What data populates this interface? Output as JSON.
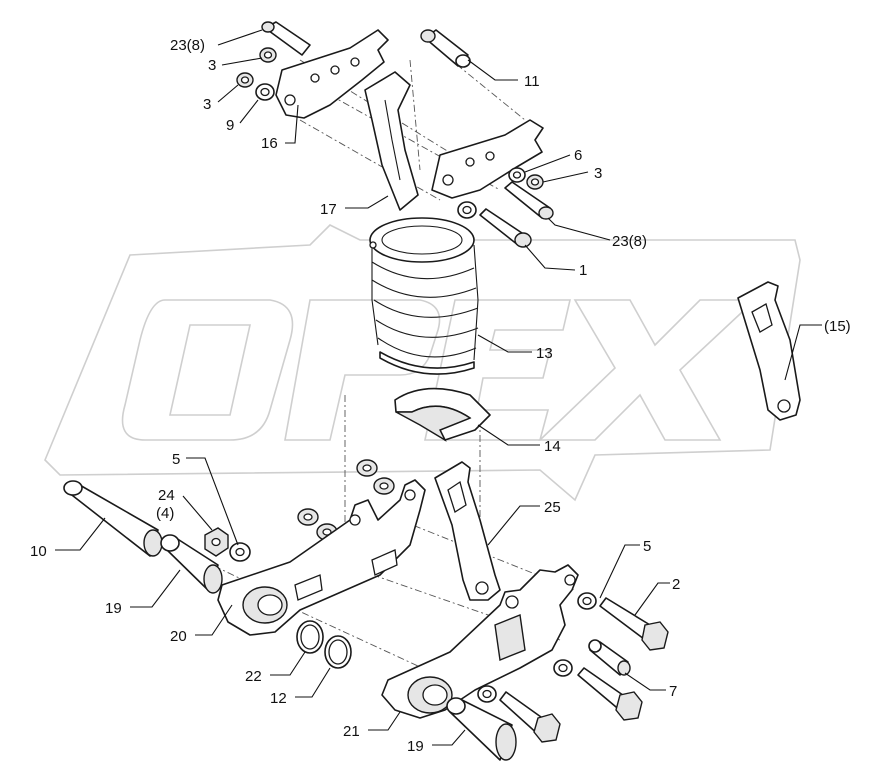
{
  "callouts": [
    {
      "id": "c23a",
      "text": "23(8)"
    },
    {
      "id": "c3a",
      "text": "3"
    },
    {
      "id": "c3b",
      "text": "3"
    },
    {
      "id": "c9",
      "text": "9"
    },
    {
      "id": "c16",
      "text": "16"
    },
    {
      "id": "c11",
      "text": "11"
    },
    {
      "id": "c6",
      "text": "6"
    },
    {
      "id": "c3c",
      "text": "3"
    },
    {
      "id": "c17",
      "text": "17"
    },
    {
      "id": "c23b",
      "text": "23(8)"
    },
    {
      "id": "c1",
      "text": "1"
    },
    {
      "id": "c15",
      "text": "(15)"
    },
    {
      "id": "c13",
      "text": "13"
    },
    {
      "id": "c14",
      "text": "14"
    },
    {
      "id": "c5a",
      "text": "5"
    },
    {
      "id": "c24",
      "text": "24"
    },
    {
      "id": "c4",
      "text": "(4)"
    },
    {
      "id": "c25",
      "text": "25"
    },
    {
      "id": "c10",
      "text": "10"
    },
    {
      "id": "c5b",
      "text": "5"
    },
    {
      "id": "c2",
      "text": "2"
    },
    {
      "id": "c19a",
      "text": "19"
    },
    {
      "id": "c20",
      "text": "20"
    },
    {
      "id": "c22",
      "text": "22"
    },
    {
      "id": "c12",
      "text": "12"
    },
    {
      "id": "c7",
      "text": "7"
    },
    {
      "id": "c21",
      "text": "21"
    },
    {
      "id": "c19b",
      "text": "19"
    }
  ],
  "watermark": {
    "text": "OPEX"
  }
}
